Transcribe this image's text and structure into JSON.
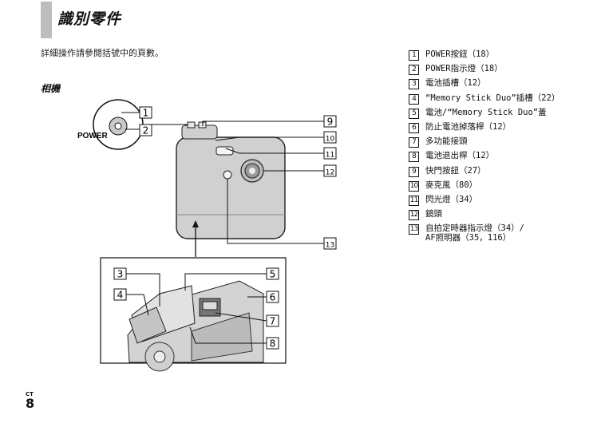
{
  "header": {
    "title": "識別零件"
  },
  "intro": "詳細操作請參閱括號中的頁數。",
  "section_title": "相機",
  "figure": {
    "power_label": "POWER"
  },
  "callouts": [
    "1",
    "2",
    "3",
    "4",
    "5",
    "6",
    "7",
    "8",
    "9",
    "10",
    "11",
    "12",
    "13"
  ],
  "parts": [
    {
      "num": "1",
      "text": "POWER按鈕（18）"
    },
    {
      "num": "2",
      "text": "POWER指示燈（18）"
    },
    {
      "num": "3",
      "text": "電池插槽（12）"
    },
    {
      "num": "4",
      "text": "“Memory Stick Duo”插槽（22）"
    },
    {
      "num": "5",
      "text": "電池/“Memory Stick Duo”蓋"
    },
    {
      "num": "6",
      "text": "防止電池掉落桿（12）"
    },
    {
      "num": "7",
      "text": "多功能接頭"
    },
    {
      "num": "8",
      "text": "電池退出桿（12）"
    },
    {
      "num": "9",
      "text": "快門按鈕（27）"
    },
    {
      "num": "10",
      "text": "麥克風（80）"
    },
    {
      "num": "11",
      "text": "閃光燈（34）"
    },
    {
      "num": "12",
      "text": "鏡頭"
    },
    {
      "num": "13",
      "text": "自拍定時器指示燈（34）/\nAF照明器（35，116）"
    }
  ],
  "footer": {
    "lang": "CT",
    "page": "8"
  }
}
